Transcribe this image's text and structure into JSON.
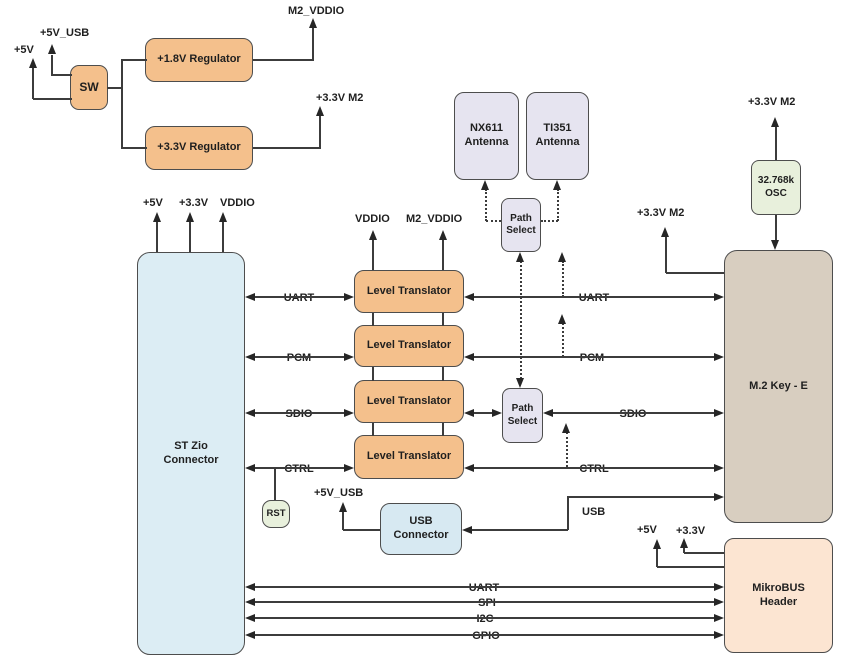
{
  "palette": {
    "orange": "#f4c08c",
    "light_blue": "#dcedf4",
    "usb_blue": "#d7e9f2",
    "tan": "#d8cec0",
    "peach": "#fce5d2",
    "lavender": "#e6e4f0",
    "green": "#e8f0dc",
    "wire": "#3c3c3c",
    "text": "#1f1f1f"
  },
  "blocks": {
    "sw": "SW",
    "regulator_1v8": "+1.8V Regulator",
    "regulator_3v3": "+3.3V Regulator",
    "st_zio": "ST Zio Connector",
    "lt1": "Level Translator",
    "lt2": "Level Translator",
    "lt3": "Level Translator",
    "lt4": "Level Translator",
    "nx611": "NX611 Antenna",
    "ti351": "TI351 Antenna",
    "path_select_top": "Path Select",
    "path_select_bottom": "Path Select",
    "osc": "32.768k OSC",
    "m2": "M.2 Key - E",
    "usb_connector": "USB Connector",
    "rst": "RST",
    "mikrobus": "MikroBUS Header"
  },
  "labels": {
    "v5_top": "+5V",
    "v5_usb_top": "+5V_USB",
    "m2_vddio_top": "M2_VDDIO",
    "v33_m2_reg": "+3.3V M2",
    "v5_zio": "+5V",
    "v33_zio": "+3.3V",
    "vddio_zio": "VDDIO",
    "vddio_lt": "VDDIO",
    "m2_vddio_lt": "M2_VDDIO",
    "v33_m2_osc": "+3.3V M2",
    "v33_m2_key": "+3.3V M2",
    "v5_usb_conn": "+5V_USB",
    "v5_mikrobus": "+5V",
    "v33_mikrobus": "+3.3V"
  },
  "signals": {
    "uart_left": "UART",
    "pcm_left": "PCM",
    "sdio_left": "SDIO",
    "ctrl_left": "CTRL",
    "uart_right": "UART",
    "pcm_right": "PCM",
    "sdio_right": "SDIO",
    "ctrl_right": "CTRL",
    "usb": "USB",
    "uart_bus": "UART",
    "spi_bus": "SPI",
    "i2c_bus": "I2C",
    "gpio_bus": "GPIO"
  }
}
